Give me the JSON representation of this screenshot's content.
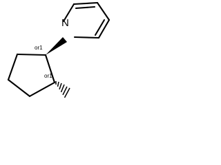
{
  "molecule": {
    "atoms": {
      "nitrogen": "N"
    },
    "stereo_labels": {
      "c1": "or1",
      "c2": "or1"
    }
  }
}
